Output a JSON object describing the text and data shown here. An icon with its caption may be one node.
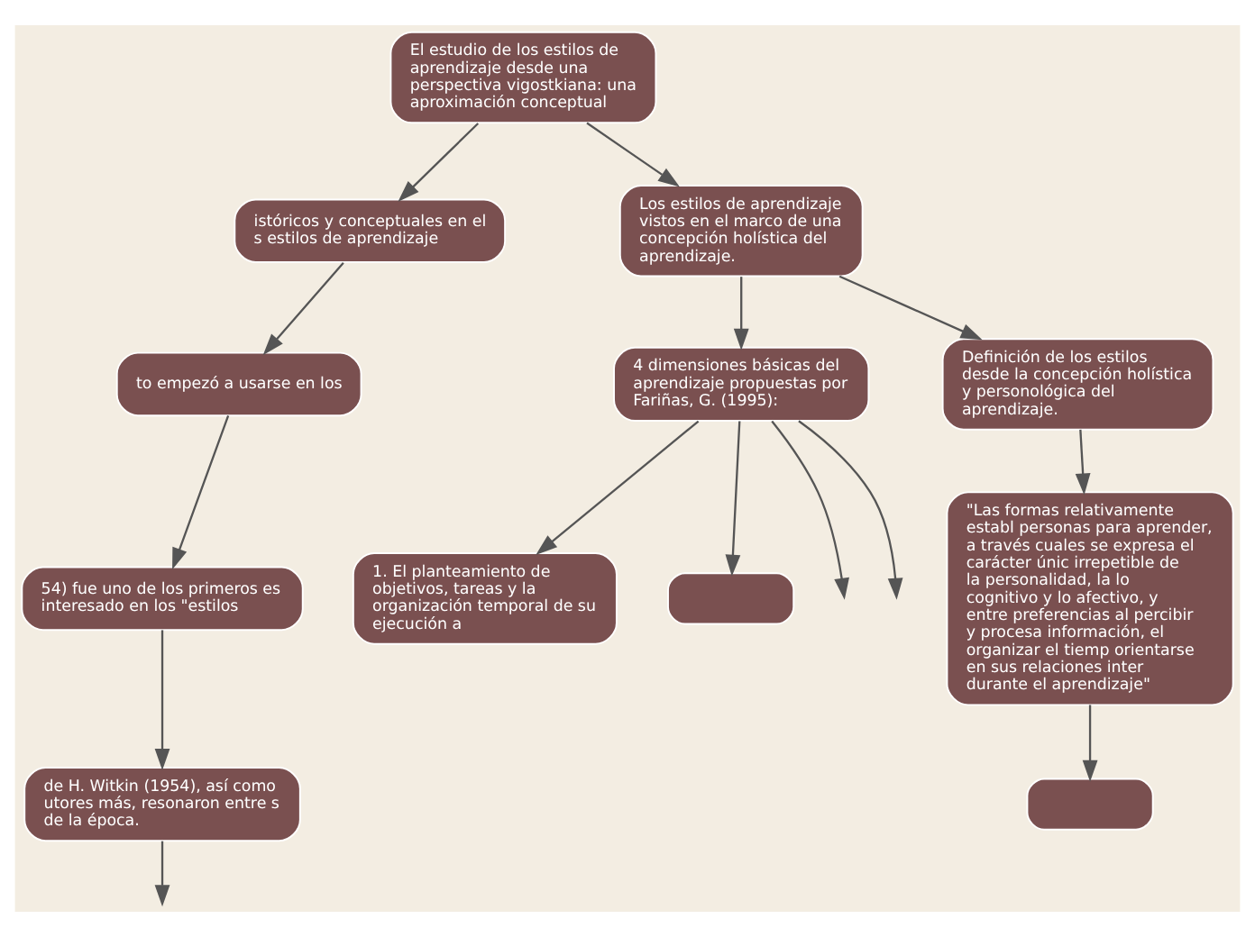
{
  "diagram": {
    "nodes": [
      {
        "text": [
          "El estudio de los estilos de aprendizaje desde una perspectiva vigostkiana: una aproximación conceptual"
        ]
      },
      {
        "text": [
          "istóricos y conceptuales en el s estilos de aprendizaje"
        ]
      },
      {
        "text": [
          "to empezó a usarse en los"
        ]
      },
      {
        "text": [
          "54) fue uno de los primeros es interesado en los \"estilos"
        ]
      },
      {
        "text": [
          "de H. Witkin (1954), así como utores más, resonaron entre s de la época."
        ]
      },
      {
        "text": [
          "Los estilos de aprendizaje vistos en el marco de una concepción holística del aprendizaje."
        ]
      },
      {
        "text": [
          "4 dimensiones básicas del aprendizaje propuestas por Fariñas, G. (1995):"
        ]
      },
      {
        "text": [
          "Definición de los estilos desde la concepción holística y personológica del aprendizaje."
        ]
      },
      {
        "text": [
          "1. El planteamiento de objetivos, tareas y la organización temporal de su ejecución a"
        ]
      },
      {
        "text": [
          "\"Las formas relativamente establ personas para aprender, a través cuales se expresa el carácter únic irrepetible de la personalidad, la lo cognitivo y lo afectivo, y entre preferencias al percibir y procesa información, el organizar el tiemp orientarse en sus relaciones inter durante el aprendizaje\""
        ]
      },
      {
        "text": [],
        "shape": "box"
      },
      {
        "text": [],
        "shape": "box"
      }
    ],
    "edges": [
      {
        "from": 0,
        "to": 1,
        "arrow": "to"
      },
      {
        "from": 1,
        "to": 2,
        "arrow": "to"
      },
      {
        "from": 2,
        "to": 3,
        "arrow": "to"
      },
      {
        "from": 3,
        "to": 4,
        "arrow": "to"
      },
      {
        "from": 4,
        "to": null,
        "arrow": "to"
      },
      {
        "from": 0,
        "to": 5,
        "arrow": "to"
      },
      {
        "from": 5,
        "to": 6,
        "arrow": "to"
      },
      {
        "from": 5,
        "to": 7,
        "arrow": "to"
      },
      {
        "from": 6,
        "to": 8,
        "arrow": "to"
      },
      {
        "from": 6,
        "to": null,
        "arrow": "to"
      },
      {
        "from": 6,
        "to": null,
        "arrow": "to"
      },
      {
        "from": 6,
        "to": 10,
        "arrow": "to"
      },
      {
        "from": 7,
        "to": 9,
        "arrow": "to"
      },
      {
        "from": 9,
        "to": 11,
        "arrow": "to"
      }
    ]
  }
}
